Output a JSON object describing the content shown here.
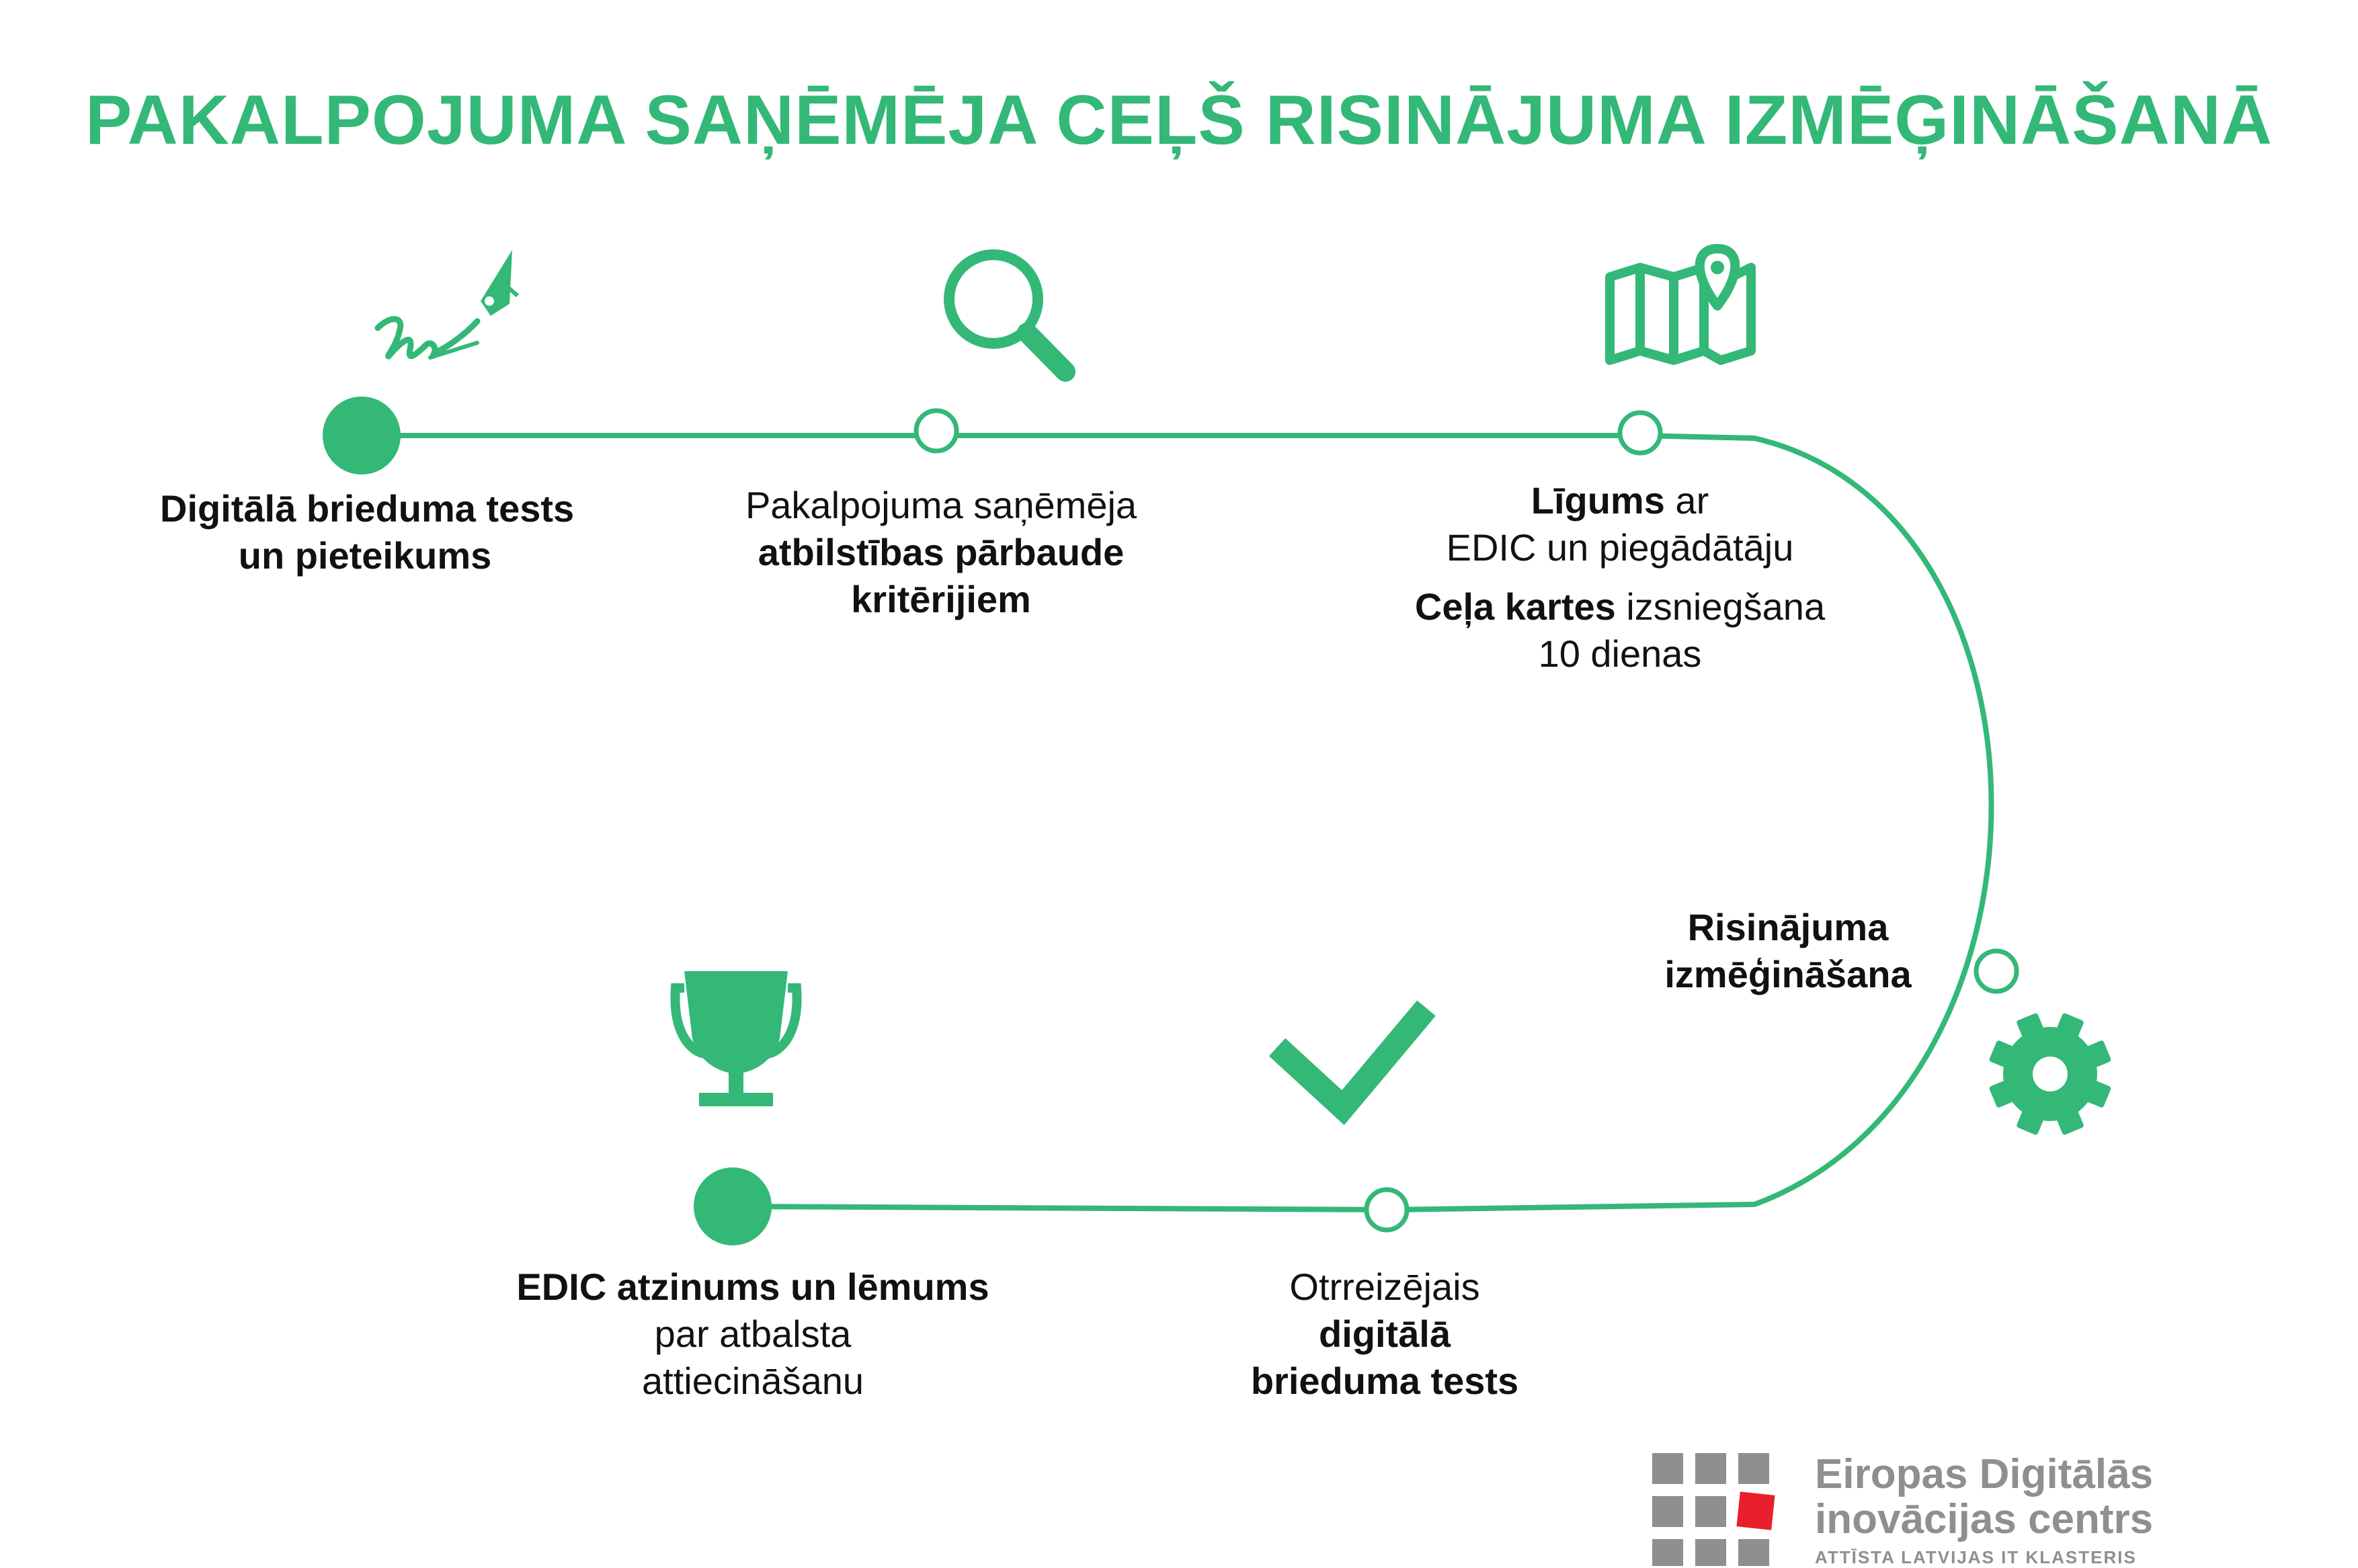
{
  "title": "PAKALPOJUMA SAŅĒMĒJA CEĻŠ RISINĀJUMA IZMĒĢINĀŠANĀ",
  "colors": {
    "accent": "#33b877",
    "text": "#111111",
    "logo_grey": "#8f8f8f",
    "logo_red": "#e8202b"
  },
  "icons": [
    "signature-pen-icon",
    "magnifier-icon",
    "map-pin-icon",
    "gear-icon",
    "checkmark-icon",
    "trophy-icon"
  ],
  "steps": {
    "s1": {
      "l1": "Digitālā brieduma tests",
      "l2": "un pieteikums"
    },
    "s2": {
      "l1": "Pakalpojuma saņēmēja",
      "l2": "atbilstības pārbaude",
      "l3": "kritērijiem"
    },
    "s3": {
      "l1a": "Līgums",
      "l1b": " ar",
      "l2": "EDIC un piegādātāju",
      "l3a": "Ceļa kartes",
      "l3b": " izsniegšana",
      "l4": "10 dienas"
    },
    "s4": {
      "l1": "Risinājuma",
      "l2": "izmēģināšana"
    },
    "s5": {
      "l1": "Otrreizējais",
      "l2": "digitālā",
      "l3": "brieduma tests"
    },
    "s6": {
      "l1": "EDIC atzinums un lēmums",
      "l2": "par atbalsta",
      "l3": "attiecināšanu"
    }
  },
  "logo": {
    "name_line1": "Eiropas Digitālās",
    "name_line2": "inovācijas centrs",
    "tagline": "ATTĪSTA LATVIJAS IT KLASTERIS"
  }
}
